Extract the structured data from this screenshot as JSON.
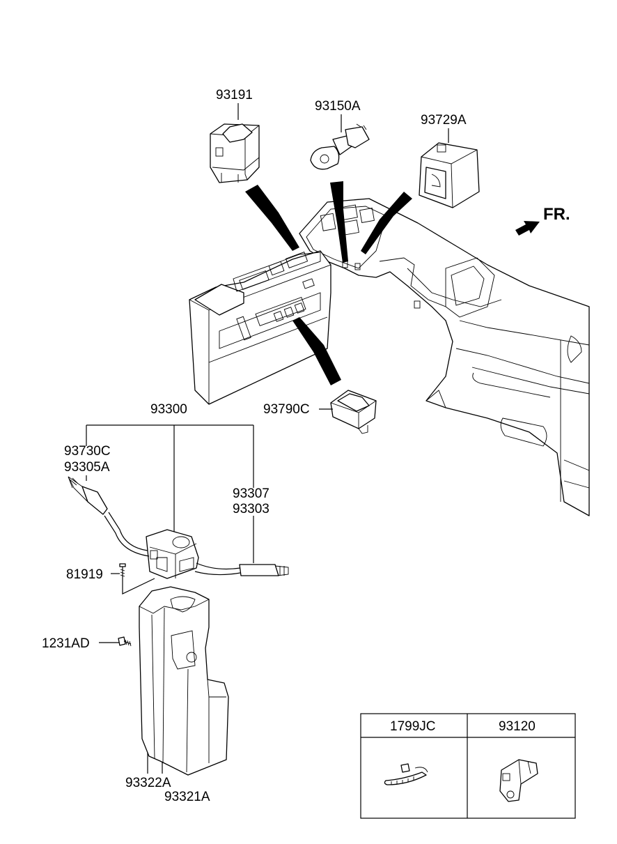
{
  "labels": {
    "p93191": "93191",
    "p93150A": "93150A",
    "p93729A": "93729A",
    "fr": "FR.",
    "p93790C": "93790C",
    "p93300": "93300",
    "p93730C": "93730C",
    "p93305A": "93305A",
    "p93307": "93307",
    "p93303": "93303",
    "p81919": "81919",
    "p1231AD": "1231AD",
    "p93322A": "93322A",
    "p93321A": "93321A"
  },
  "legend": {
    "col1": "1799JC",
    "col2": "93120"
  }
}
